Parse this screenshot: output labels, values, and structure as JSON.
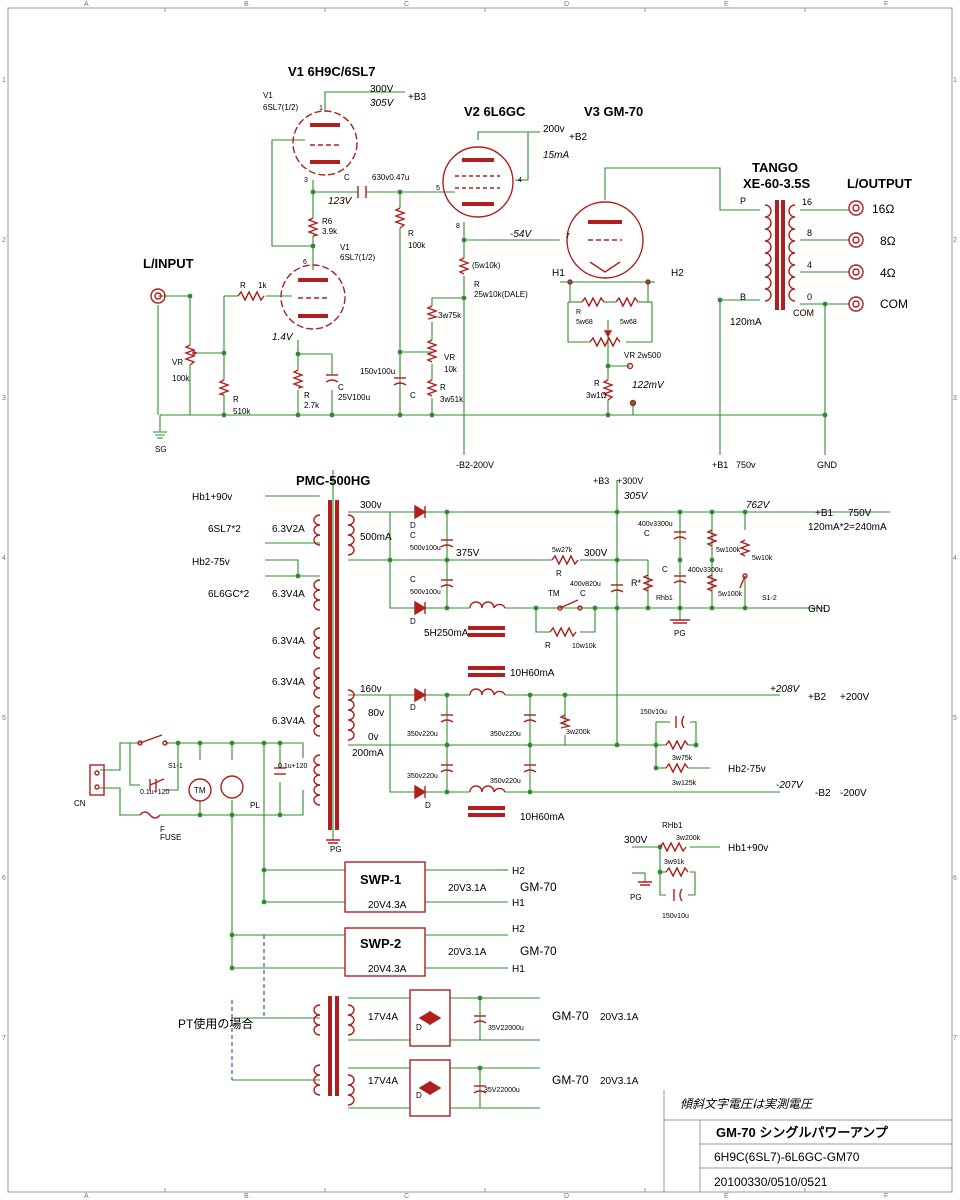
{
  "grid": {
    "cols": [
      "A",
      "B",
      "C",
      "D",
      "E",
      "F"
    ],
    "rows": [
      "1",
      "2",
      "3",
      "4",
      "5",
      "6",
      "7"
    ]
  },
  "amp": {
    "v1_title": "V1 6H9C/6SL7",
    "v2_title": "V2 6L6GC",
    "v3_title": "V3 GM-70",
    "v1a_ref": "V1",
    "v1a_part": "6SL7(1/2)",
    "v1b_ref": "V1",
    "v1b_part": "6SL7(1/2)",
    "v1_b3_volt": "300V",
    "v1_b3_meas": "305V",
    "b3": "+B3",
    "v2_b2_volt": "200v",
    "b2": "+B2",
    "v2_cur": "15mA",
    "cap_cpl": "630v0.47u",
    "cap_cpl_c": "C",
    "v1_plate_meas": "123V",
    "r6": "R6",
    "r6_val": "3.9k",
    "r_grid": "R",
    "r_grid_val": "100k",
    "g1_v3": "-54V",
    "r_5w10k": "(5w10k)",
    "r_dale_r": "R",
    "r_dale": "25w10k(DALE)",
    "r_3w75k": "3w75k",
    "vr10_vr": "VR",
    "vr10": "10k",
    "r_3w51k_r": "R",
    "r_3w51k": "3w51k",
    "cap150": "150v100u",
    "cap150_c": "C",
    "cath_meas": "1.4V",
    "rk": "R",
    "rk_val": "2.7k",
    "ck": "C",
    "ck_val": "25V100u",
    "linput": "L/INPUT",
    "rin": "R",
    "rin_val": "1k",
    "vr_in": "VR",
    "vr_in_val": "100k",
    "r510": "R",
    "r510_val": "510k",
    "sg": "SG",
    "b2_neg": "-B2-200V",
    "h1": "H1",
    "h2": "H2",
    "r_5w68_a_r": "R",
    "r_5w68_a": "5w68",
    "r_5w68_b": "5w68",
    "vr_hum": "VR 2w500",
    "r_3w1_r": "R",
    "r_3w1": "3w1Ω",
    "hum_meas": "122mV",
    "pin1": "1",
    "pin3": "3",
    "pin5": "5",
    "pin6": "6",
    "pin8": "8",
    "pin7": "7",
    "pin4": "4",
    "tango": "TANGO",
    "xe": "XE-60-3.5S",
    "lout": "L/OUTPUT",
    "tap16": "16",
    "tap8": "8",
    "tap4": "4",
    "tap0": "0",
    "tapP": "P",
    "tapB": "B",
    "tapcom": "COM",
    "o16": "16Ω",
    "o8": "8Ω",
    "o4": "4Ω",
    "ocom": "COM",
    "ot_cur": "120mA",
    "b1": "+B1",
    "b1v": "750v",
    "gnd": "GND"
  },
  "psu": {
    "pmc": "PMC-500HG",
    "hb1": "Hb1+90v",
    "hb2": "Hb2-75v",
    "h6sl7": "6SL7*2",
    "h6l6": "6L6GC*2",
    "w1": "6.3V2A",
    "w2": "6.3V4A",
    "w3": "6.3V4A",
    "w4": "6.3V4A",
    "w5": "6.3V4A",
    "s300": "300v",
    "s500": "500mA",
    "s160": "160v",
    "s80": "80v",
    "s0": "0v",
    "s200": "200mA",
    "d": "D",
    "c500a": "500v100u",
    "c500b": "500v100u",
    "c500_c": "C",
    "v375": "375V",
    "r5w27k": "5w27k",
    "v300": "300V",
    "r5w27k_r": "R",
    "c400v820": "400v820u",
    "c400v820_c": "C",
    "rstar": "R*",
    "rhb1": "Rhb1",
    "tm": "TM",
    "r10w": "10w10k",
    "r10w_r": "R",
    "choke1": "5H250mA",
    "b3": "+B3",
    "b3v": "+300V",
    "b3m": "305V",
    "c400a": "400v3300u",
    "c400b": "400v3300u",
    "c400_c": "C",
    "r5w100a": "5w100k",
    "r5w100b": "5w100k",
    "r5w10k": "5w10k",
    "s12": "S1-2",
    "b1meas": "762V",
    "b1": "+B1",
    "b1v": "750V",
    "b1cur": "120mA*2=240mA",
    "gnd": "GND",
    "pg": "PG",
    "choke2": "10H60mA",
    "choke3": "10H60mA",
    "c350a": "350v220u",
    "c350b": "350v220u",
    "c350c": "350v220u",
    "c350d": "350v220u",
    "r3w200": "3w200k",
    "b2meas": "+208V",
    "b2": "+B2",
    "b2v": "+200V",
    "c150": "150v10u",
    "r3w75": "3w75k",
    "r3w125": "3w125k",
    "hb2b": "Hb2-75v",
    "nb2meas": "-207V",
    "nb2": "-B2",
    "nb2v": "-200V",
    "cn": "CN",
    "c01": "0.1u+120",
    "s11": "S1-1",
    "fuse_f": "F",
    "fuse": "FUSE",
    "tm2": "TM",
    "pl": "PL",
    "c01b": "0.1u+120",
    "pg2": "PG",
    "rhb1b": "RHb1",
    "r3w200b": "3w200k",
    "r3w91": "3w91k",
    "hb1b": "Hb1+90v",
    "v300b": "300V",
    "c150b": "150v10u",
    "swp1": "SWP-1",
    "swp2": "SWP-2",
    "swp_out1": "20V4.3A",
    "swp_out2": "20V4.3A",
    "swp1h2": "H2",
    "swp1h1": "H1",
    "swp2h2": "H2",
    "swp2h1": "H1",
    "gm1": "GM-70",
    "gm2": "GM-70",
    "gm1a": "20V3.1A",
    "gm2a": "20V3.1A",
    "pt": "PT使用の場合",
    "pt17a": "17V4A",
    "pt17b": "17V4A",
    "cap22a": "35V22000u",
    "cap22b": "35V22000u",
    "gm3": "GM-70",
    "gm4": "GM-70",
    "gm3a": "20V3.1A",
    "gm4a": "20V3.1A"
  },
  "titleblock": {
    "note": "傾斜文字電圧は実測電圧",
    "title": "GM-70 シングルパワーアンプ",
    "tubes": "6H9C(6SL7)-6L6GC-GM70",
    "dates": "20100330/0510/0521"
  }
}
